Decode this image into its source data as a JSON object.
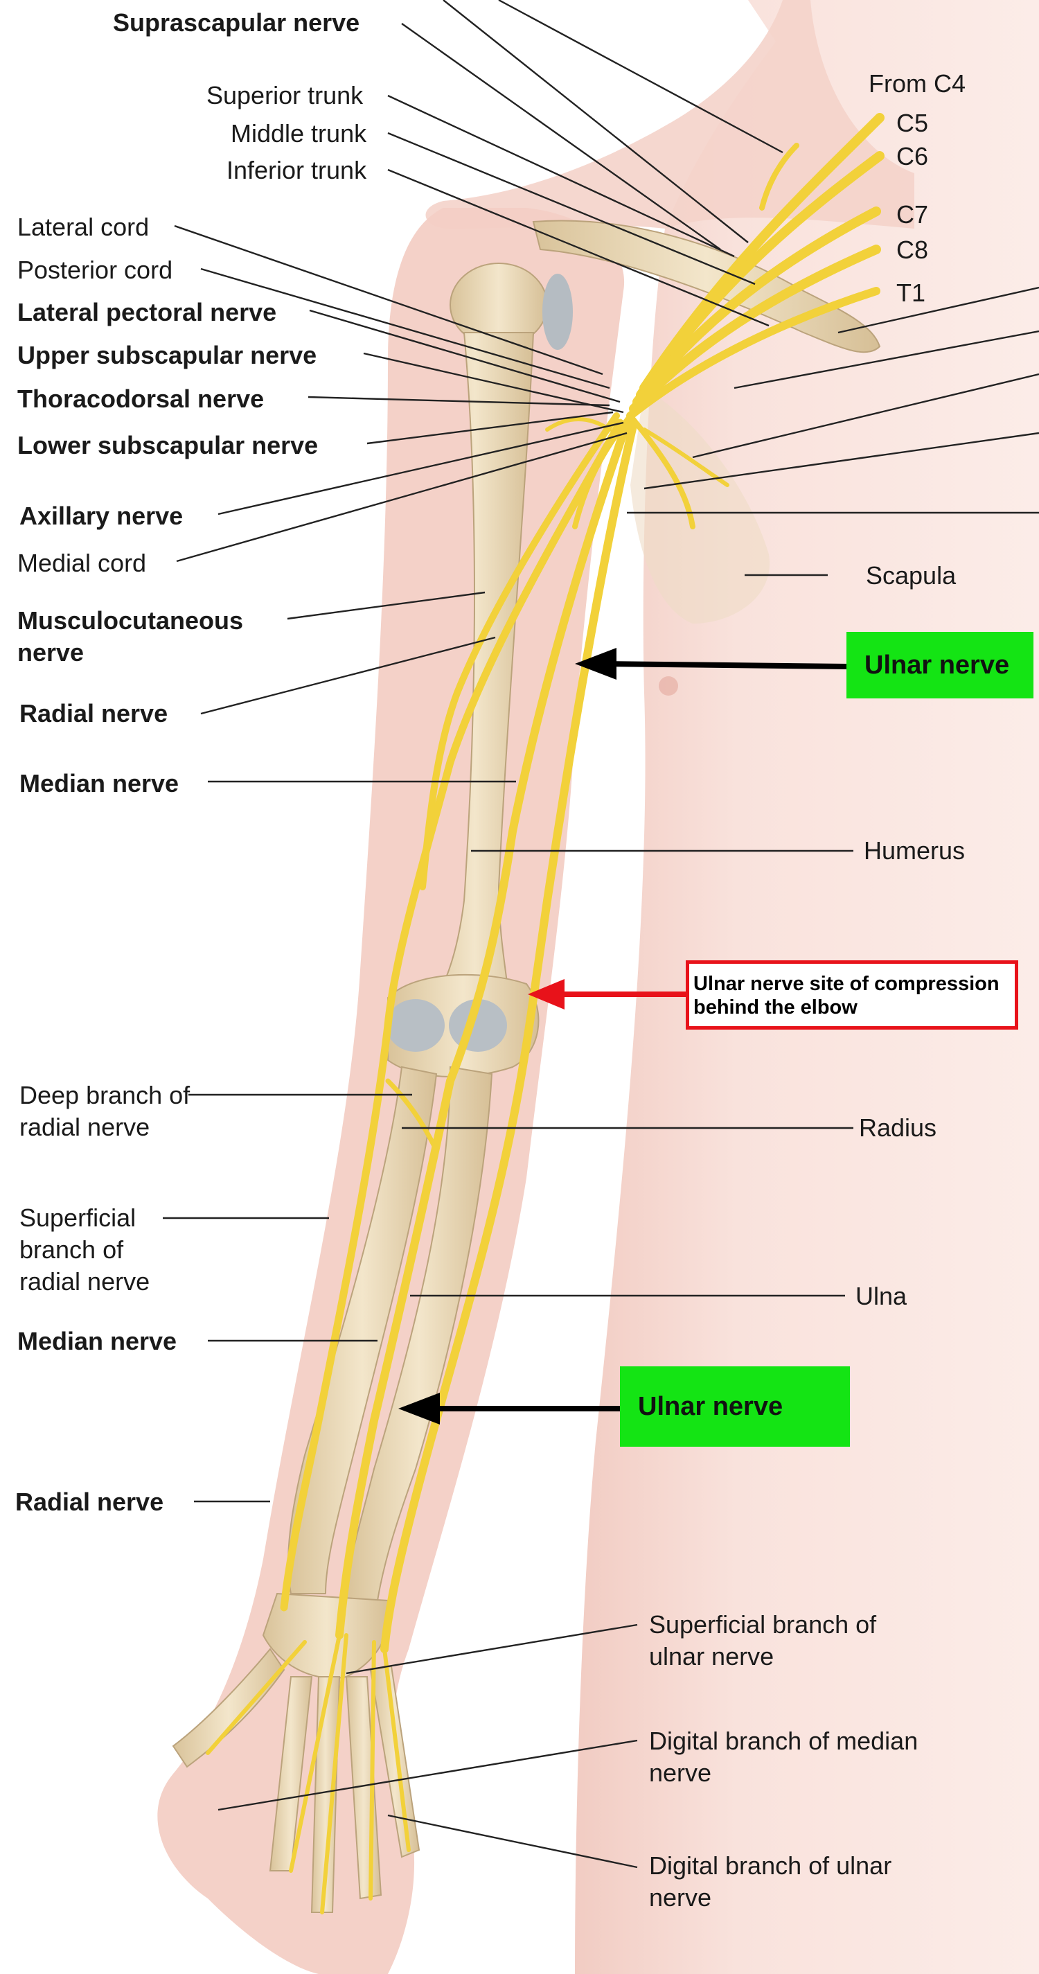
{
  "labels": {
    "suprascapular": "Suprascapular nerve",
    "superior_trunk": "Superior trunk",
    "middle_trunk": "Middle trunk",
    "inferior_trunk": "Inferior trunk",
    "from_c4": "From C4",
    "c5": "C5",
    "c6": "C6",
    "c7": "C7",
    "c8": "C8",
    "t1": "T1",
    "lateral_cord": "Lateral cord",
    "posterior_cord": "Posterior cord",
    "lateral_pectoral": "Lateral pectoral nerve",
    "upper_subscapular": "Upper subscapular nerve",
    "thoracodorsal": "Thoracodorsal nerve",
    "lower_subscapular": "Lower subscapular nerve",
    "axillary": "Axillary nerve",
    "medial_cord": "Medial cord",
    "musculocutaneous": "Musculocutaneous nerve",
    "radial_upper": "Radial nerve",
    "median_upper": "Median nerve",
    "scapula": "Scapula",
    "humerus": "Humerus",
    "deep_branch_radial": "Deep branch of radial nerve",
    "radius": "Radius",
    "superficial_branch_radial": "Superficial branch of radial nerve",
    "ulna": "Ulna",
    "median_lower": "Median nerve",
    "radial_lower": "Radial nerve",
    "superficial_branch_ulnar": "Superficial branch of ulnar nerve",
    "digital_branch_median": "Digital branch of median nerve",
    "digital_branch_ulnar": "Digital branch of ulnar nerve"
  },
  "callouts": {
    "ulnar_upper": "Ulnar nerve",
    "ulnar_lower": "Ulnar nerve",
    "compression": "Ulnar nerve site of compression behind the elbow"
  },
  "colors": {
    "highlight_green": "#14e414",
    "highlight_red": "#e8121a",
    "nerve_yellow": "#f2d13a",
    "skin": "#f6ddd6",
    "bone": "#ecdcbc"
  }
}
